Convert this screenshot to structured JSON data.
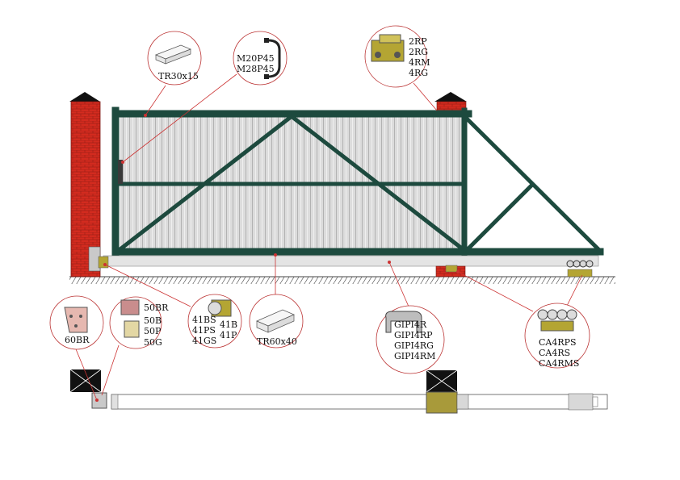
{
  "callouts": {
    "tr30x15": [
      "TR30x15"
    ],
    "handle": [
      "M20P45",
      "M28P45"
    ],
    "guide_roller": [
      "2RP",
      "2RG",
      "4RM",
      "4RG"
    ],
    "catcher_60": [
      "60BR"
    ],
    "catcher_50": [
      "50BR",
      "50B",
      "50P",
      "50G"
    ],
    "end_roller": [
      "41BS",
      "41PS",
      "41GS",
      "41B",
      "41P"
    ],
    "tr60x40": [
      "TR60x40"
    ],
    "rail": [
      "GIPI4R",
      "GIPI4RP",
      "GIPI4RG",
      "GIPI4RM"
    ],
    "carriage": [
      "CA4RPS",
      "CA4RS",
      "CA4RMS"
    ]
  },
  "colors": {
    "frame": "#1d4a3e",
    "brick": "#d32b1f",
    "infill": "#dcdcdc",
    "bracket": "#a89a3a",
    "callout_ring": "#b33333"
  }
}
